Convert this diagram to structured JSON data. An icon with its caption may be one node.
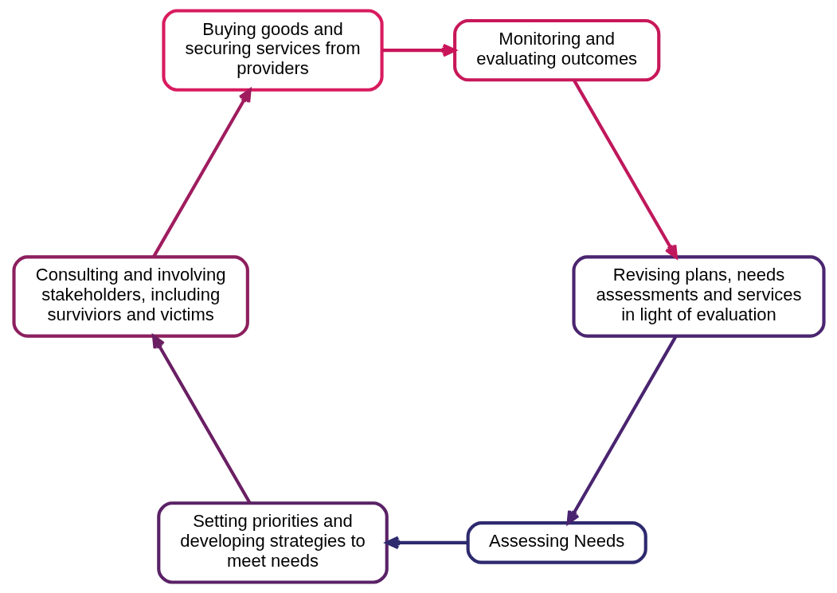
{
  "diagram": {
    "nodes": [
      {
        "text": [
          "Assessing Needs"
        ]
      },
      {
        "text": [
          "Setting priorities and developing strategies to meet needs"
        ]
      },
      {
        "text": [
          "Consulting and involving stakeholders, including surviviors and victims"
        ]
      },
      {
        "text": [
          "Buying goods and securing services from providers"
        ]
      },
      {
        "text": [
          "Monitoring and evaluating outcomes"
        ]
      },
      {
        "text": [
          "Revising plans, needs assessments and services in light of evaluation"
        ]
      }
    ],
    "edges": [
      {
        "from": 0,
        "to": 1,
        "arrow": "to",
        "color": "#2e2a6e"
      },
      {
        "from": 1,
        "to": 2,
        "arrow": "to",
        "color": "#6a1f63"
      },
      {
        "from": 2,
        "to": 3,
        "arrow": "to",
        "color": "#a01c5f"
      },
      {
        "from": 3,
        "to": 4,
        "arrow": "to",
        "color": "#c8155a"
      },
      {
        "from": 4,
        "to": 5,
        "arrow": "to",
        "color": "#c0185c"
      },
      {
        "from": 5,
        "to": 0,
        "arrow": "to",
        "color": "#4a2470"
      }
    ]
  }
}
